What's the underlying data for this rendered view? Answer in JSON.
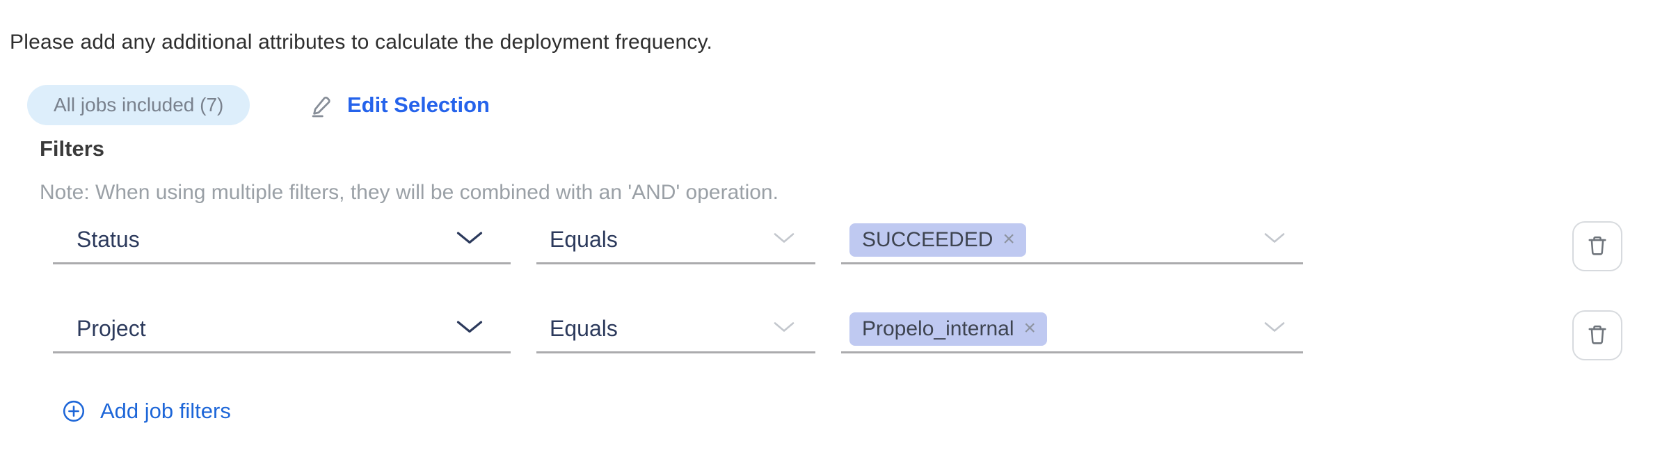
{
  "intro": {
    "text": "Please add any additional attributes to calculate the deployment frequency."
  },
  "jobs": {
    "badge_label": "All jobs included (7)",
    "edit_label": "Edit Selection"
  },
  "filters": {
    "heading": "Filters",
    "note": "Note: When using multiple filters, they will be combined with an 'AND' operation.",
    "rows": [
      {
        "attribute": "Status",
        "operator": "Equals",
        "values": [
          "SUCCEEDED"
        ]
      },
      {
        "attribute": "Project",
        "operator": "Equals",
        "values": [
          "Propelo_internal"
        ]
      }
    ],
    "add_label": "Add job filters"
  },
  "icons": {
    "close": "×"
  },
  "colors": {
    "edit_link_blue": "#2563eb",
    "add_link_blue": "#1d66d8",
    "badge_bg": "#ddeefb",
    "badge_text": "#79818d",
    "tag_bg": "#bfc9f1",
    "field_label_navy": "#2c3a5c",
    "underline_gray": "#ababad"
  }
}
